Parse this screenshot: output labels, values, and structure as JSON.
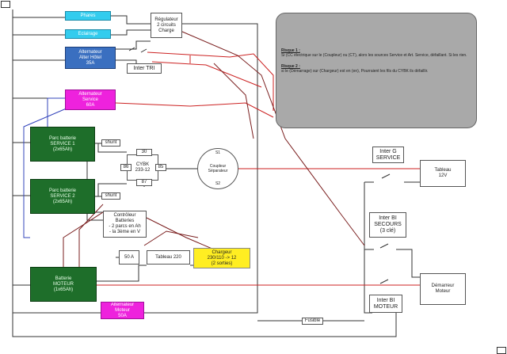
{
  "labels": {
    "phares": "Phares",
    "regulateur": "Régulateur\n2 circuits\nCharge",
    "eclairage": "Eclairage",
    "alternateur_hotel": "Alternateur\nAlter Hôtel\n35A",
    "inter_tri": "Inter TRI",
    "alternateur_service": "Alternateur\nService\n60A",
    "parc_service1": "Parc batterie\nSERVICE 1\n(2x65Ah)",
    "parc_service2": "Parc batterie\nSERVICE 2\n(2x65Ah)",
    "shunt1": "shunt",
    "shunt2": "shunt",
    "cybk": "CYBK\n233-12",
    "term30": "30",
    "term86": "86",
    "term85": "85",
    "term87": "87",
    "coupleur_s1": "S1",
    "coupleur_label": "Coupleur\nSéparateur",
    "coupleur_s2": "S2",
    "controleur": "Contrôleur\nBatteries\n- 2 parcs en Ah\n- la 3ème en V",
    "chargeur": "Chargeur\n230/110 -> 12\n(2 sorties)",
    "box_50a": "50 A",
    "tableau_220": "Tableau 220",
    "batterie_moteur": "Batterie\nMOTEUR\n(1x65Ah)",
    "alternateur_moteur": "Alternateur\nMoteur\n50A",
    "fusible": "Fusible",
    "inter_service": "Inter G\nSERVICE",
    "tableau_12v": "Tableau\n12V",
    "inter_secours": "Inter BI\nSECOURS\n(3 clé)",
    "demarreur": "Démarreur\nMoteur",
    "inter_moteur": "Inter BI\nMOTEUR"
  },
  "note": {
    "q1_title": "Risque 1 :",
    "q1_text": "Si (CC électrique sur le (Coupleur) ou (CT), alors les sources Service et Art. Service, défaillant. Si les rien.",
    "q2_title": "Risque 2 :",
    "q2_text": "si le (Démarrage) sur (Chargeur) est en (en), Pourraient les fils du CYBK ils défaillir."
  },
  "colors": {
    "cyan": "#33ccee",
    "blue": "#3a6fc0",
    "magenta": "#ee22dd",
    "green": "#1e6e2a",
    "yellow": "#ffee22",
    "wire_red": "#cc2222",
    "wire_dark_red": "#7a1e1e",
    "wire_blue": "#3344bb",
    "wire_black": "#333333"
  }
}
